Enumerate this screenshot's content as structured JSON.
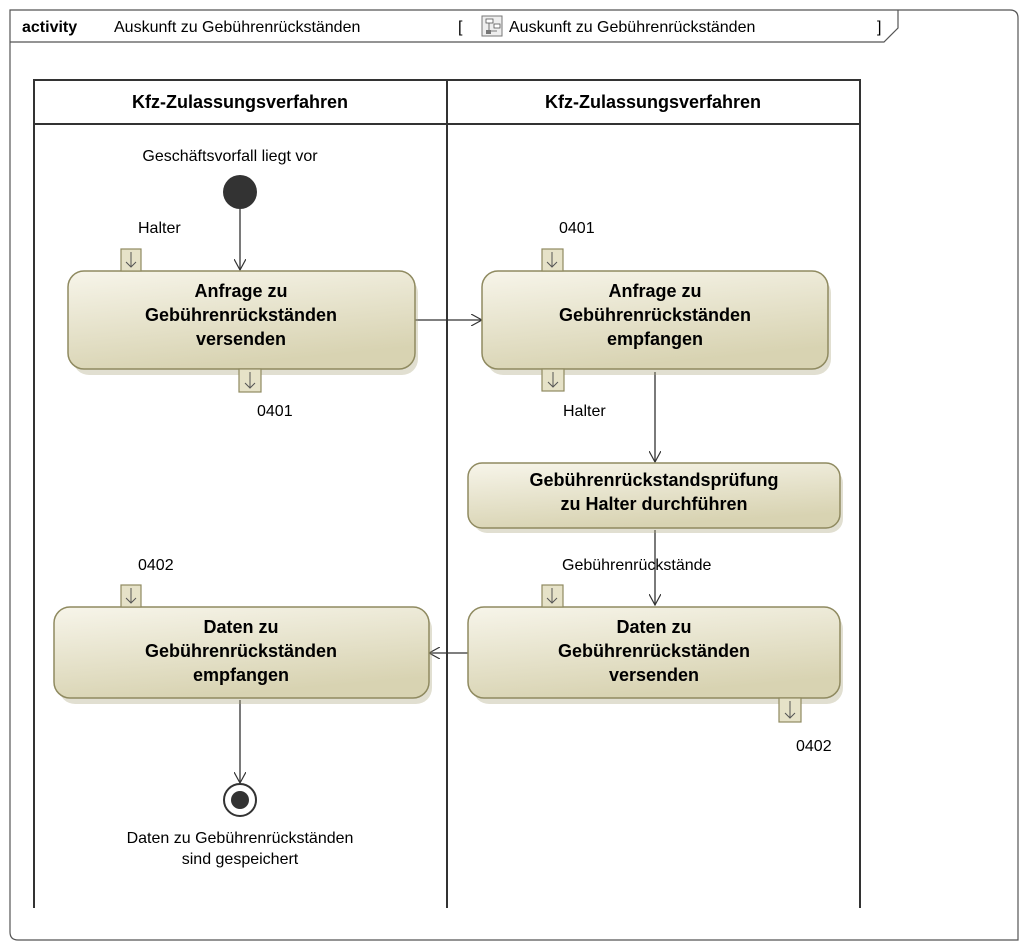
{
  "frame": {
    "keyword": "activity",
    "name": "Auskunft zu Gebührenrückständen",
    "bracket_open": "[",
    "ref_name": "Auskunft zu Gebührenrückständen",
    "bracket_close": "]",
    "icon": "activity-diagram-icon"
  },
  "lanes": [
    {
      "title": "Kfz-Zulassungsverfahren"
    },
    {
      "title": "Kfz-Zulassungsverfahren"
    }
  ],
  "initial_node": {
    "label": "Geschäftsvorfall liegt vor"
  },
  "final_node": {
    "label_line1": "Daten zu Gebührenrückständen",
    "label_line2": "sind gespeichert"
  },
  "actions": {
    "send_request": {
      "lines": [
        "Anfrage zu",
        "Gebührenrückständen",
        "versenden"
      ]
    },
    "receive_request": {
      "lines": [
        "Anfrage zu",
        "Gebührenrückständen",
        "empfangen"
      ]
    },
    "check": {
      "lines": [
        "Gebührenrückstandsprüfung",
        "zu Halter durchführen"
      ]
    },
    "send_data": {
      "lines": [
        "Daten zu",
        "Gebührenrückständen",
        "versenden"
      ]
    },
    "receive_data": {
      "lines": [
        "Daten zu",
        "Gebührenrückständen",
        "empfangen"
      ]
    }
  },
  "pins": {
    "send_request_in": "Halter",
    "send_request_out": "0401",
    "receive_request_in": "0401",
    "receive_request_out": "Halter",
    "send_data_in": "Gebührenrückstände",
    "send_data_out": "0402",
    "receive_data_in": "0402"
  },
  "colors": {
    "action_fill_top": "#f3f1e4",
    "action_fill_bottom": "#d9d4b4",
    "action_stroke": "#8f8a60",
    "pin_fill": "#e6e2c8",
    "line": "#333333"
  }
}
